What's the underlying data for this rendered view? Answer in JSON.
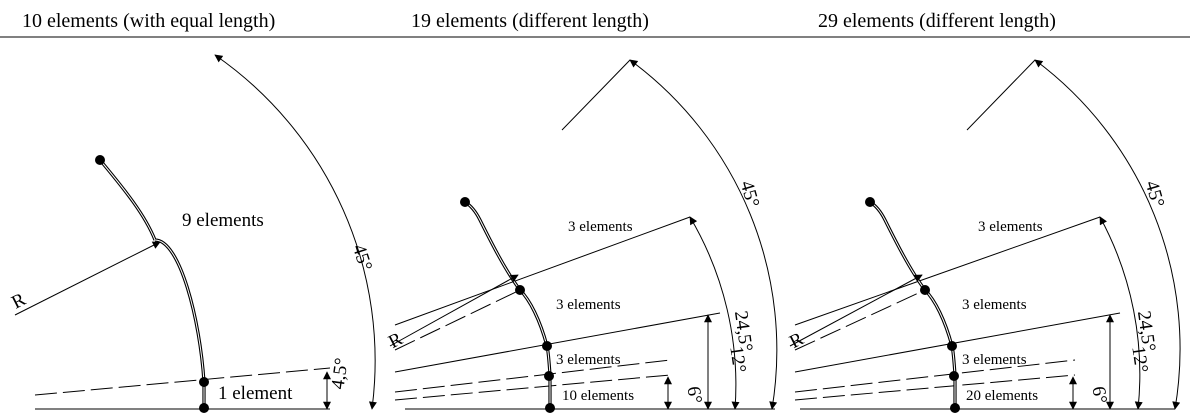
{
  "panels": [
    {
      "title": "10 elements (with equal length)",
      "radius_label": "R",
      "segments": [
        "9 elements",
        "1 element"
      ],
      "angles": [
        "45°",
        "4,5°"
      ]
    },
    {
      "title": "19 elements (different length)",
      "radius_label": "R",
      "segments": [
        "3 elements",
        "3 elements",
        "3 elements",
        "10 elements"
      ],
      "angles": [
        "45°",
        "24,5°",
        "12°",
        "6°"
      ]
    },
    {
      "title": "29 elements (different length)",
      "radius_label": "R",
      "segments": [
        "3 elements",
        "3 elements",
        "3 elements",
        "20 elements"
      ],
      "angles": [
        "45°",
        "24,5°",
        "12°",
        "6°"
      ]
    }
  ]
}
